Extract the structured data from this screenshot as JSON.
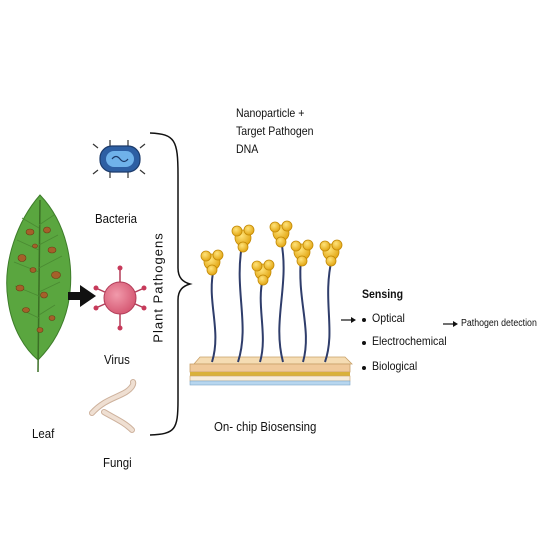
{
  "leaf": {
    "label": "Leaf"
  },
  "pathogens": {
    "group_label": "Plant Pathogens",
    "bacteria": "Bacteria",
    "virus": "Virus",
    "fungi": "Fungi"
  },
  "chip": {
    "top_label_line1": "Nanoparticle +",
    "top_label_line2": "Target Pathogen",
    "top_label_line3": "DNA",
    "bottom_label": "On- chip Biosensing"
  },
  "sensing": {
    "title": "Sensing",
    "items": [
      "Optical",
      "Electrochemical",
      "Biological"
    ],
    "result": "Pathogen detection"
  },
  "colors": {
    "leaf": "#5aa63f",
    "leaf_spot": "#a4602a",
    "bacteria": "#3f7fc8",
    "virus": "#d9607a",
    "fungi": "#e9d7c8",
    "nanoparticle": "#f2bf1a",
    "dna_strand": "#2f3d6b",
    "chip_wood": "#f0d3a6",
    "chip_gold": "#d9b13a"
  }
}
